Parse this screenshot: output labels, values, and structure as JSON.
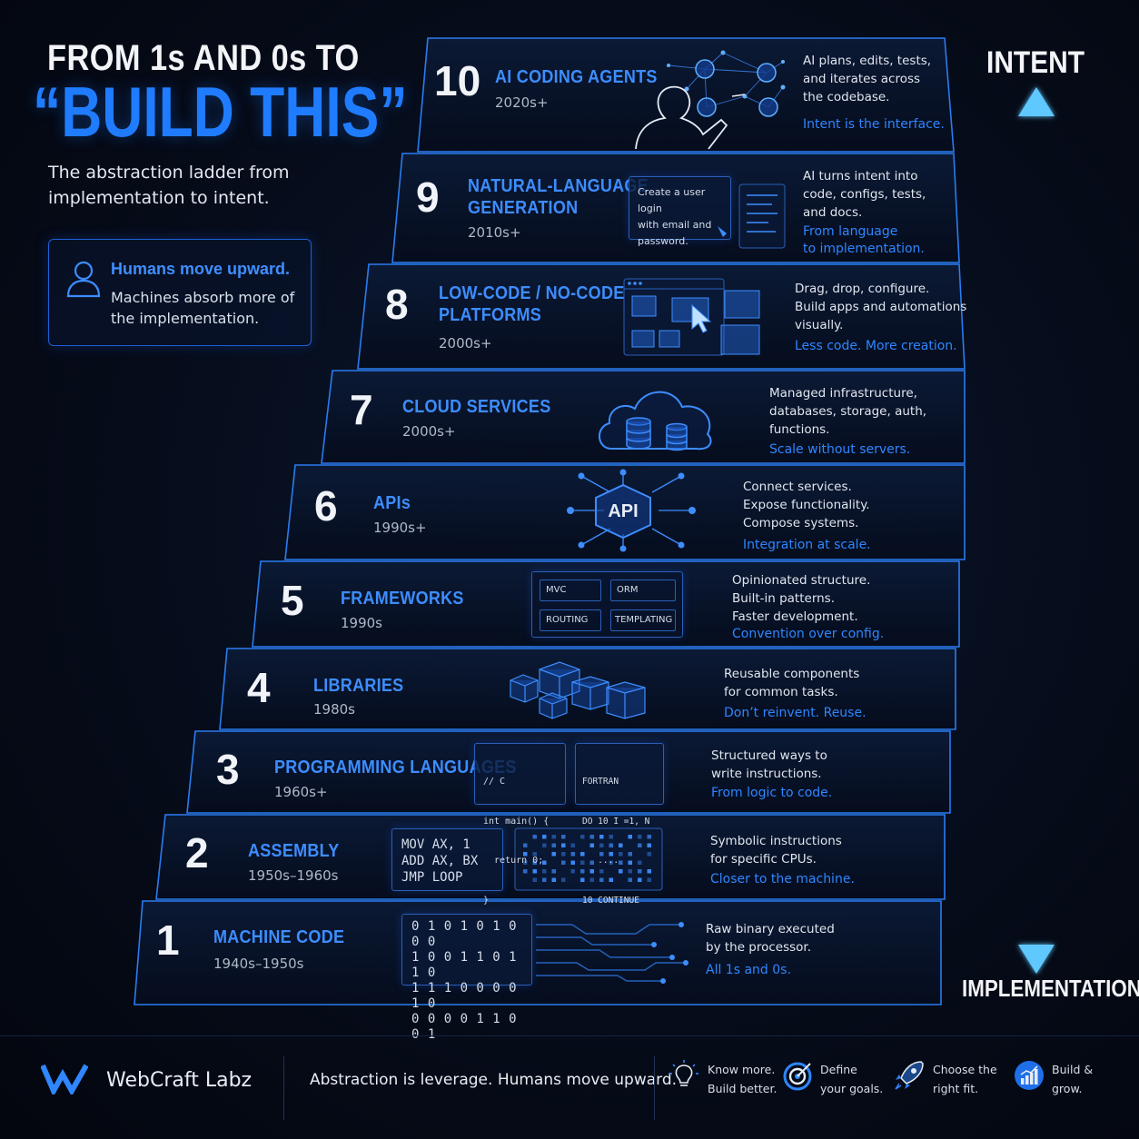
{
  "header": {
    "title_line1": "FROM 1s AND 0s TO",
    "title_line2": "“BUILD THIS”",
    "subtitle": "The abstraction ladder from implementation to intent."
  },
  "callout": {
    "icon": "person-icon",
    "line1": "Humans move upward.",
    "line2": "Machines absorb more of the implementation."
  },
  "axis": {
    "top_label": "INTENT",
    "bottom_label": "IMPLEMENTATION"
  },
  "steps": [
    {
      "num": "1",
      "title": "MACHINE CODE",
      "years": "1940s–1950s",
      "desc": [
        "Raw binary executed",
        "by the processor."
      ],
      "tag": "All 1s and 0s."
    },
    {
      "num": "2",
      "title": "ASSEMBLY",
      "years": "1950s–1960s",
      "desc": [
        "Symbolic instructions",
        "for specific CPUs."
      ],
      "tag": "Closer to the machine."
    },
    {
      "num": "3",
      "title": "PROGRAMMING LANGUAGES",
      "years": "1960s+",
      "desc": [
        "Structured ways to",
        "write instructions."
      ],
      "tag": "From logic to code."
    },
    {
      "num": "4",
      "title": "LIBRARIES",
      "years": "1980s",
      "desc": [
        "Reusable components",
        "for common tasks."
      ],
      "tag": "Don’t reinvent. Reuse."
    },
    {
      "num": "5",
      "title": "FRAMEWORKS",
      "years": "1990s",
      "desc": [
        "Opinionated structure.",
        "Built-in patterns.",
        "Faster development."
      ],
      "tag": "Convention over config."
    },
    {
      "num": "6",
      "title": "APIs",
      "years": "1990s+",
      "desc": [
        "Connect services.",
        "Expose functionality.",
        "Compose systems."
      ],
      "tag": "Integration at scale."
    },
    {
      "num": "7",
      "title": "CLOUD SERVICES",
      "years": "2000s+",
      "desc": [
        "Managed infrastructure,",
        "databases, storage, auth,",
        "functions."
      ],
      "tag": "Scale without servers."
    },
    {
      "num": "8",
      "title": [
        "LOW-CODE / NO-CODE",
        "PLATFORMS"
      ],
      "years": "2000s+",
      "desc": [
        "Drag, drop, configure.",
        "Build apps and automations",
        "visually."
      ],
      "tag": "Less code. More creation."
    },
    {
      "num": "9",
      "title": [
        "NATURAL-LANGUAGE",
        "GENERATION"
      ],
      "years": "2010s+",
      "desc": [
        "AI turns intent into",
        "code, configs, tests,",
        "and docs."
      ],
      "tag": [
        "From language",
        "to implementation."
      ]
    },
    {
      "num": "10",
      "title": "AI CODING AGENTS",
      "years": "2020s+",
      "desc": [
        "AI plans, edits, tests,",
        "and iterates across",
        "the codebase."
      ],
      "tag": "Intent is the interface."
    }
  ],
  "visuals": {
    "binary": [
      "0 1 0 1 0 1 0 0 0",
      "1 0 0 1 1 0 1 1 0",
      "1 1 1 0 0 0 0 1 0",
      "0 0 0 0 1 1 0 0 1"
    ],
    "assembly": [
      "MOV AX, 1",
      "ADD AX, BX",
      "JMP LOOP"
    ],
    "c_code": [
      "// C",
      "int main() {",
      "  return 0;",
      "}"
    ],
    "fortran": [
      "FORTRAN",
      "DO 10 I =1, N",
      "   ....",
      "10 CONTINUE"
    ],
    "frameworks": [
      "MVC",
      "ORM",
      "ROUTING",
      "TEMPLATING"
    ],
    "api_label": "API",
    "prompt": [
      "Create a user login",
      "with email and",
      "password."
    ]
  },
  "footer": {
    "brand": "WebCraft Labz",
    "tagline": "Abstraction is leverage. Humans move upward.",
    "items": [
      {
        "icon": "lightbulb-icon",
        "lines": [
          "Know more.",
          "Build better."
        ]
      },
      {
        "icon": "target-icon",
        "lines": [
          "Define",
          "your goals."
        ]
      },
      {
        "icon": "rocket-icon",
        "lines": [
          "Choose the",
          "right fit."
        ]
      },
      {
        "icon": "growth-chart-icon",
        "lines": [
          "Build &",
          "grow."
        ]
      }
    ]
  },
  "colors": {
    "accent": "#1f7cff",
    "background": "#060c1a",
    "glow": "#2a8cff"
  }
}
